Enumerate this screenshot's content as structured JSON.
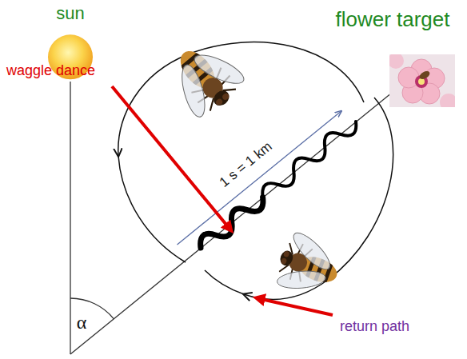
{
  "diagram": {
    "nodes": [
      {
        "text": [
          "sun"
        ]
      },
      {
        "text": [
          "flower target"
        ]
      }
    ],
    "labels": [
      "waggle dance",
      "1 s = 1 km",
      "α",
      "return path"
    ]
  }
}
